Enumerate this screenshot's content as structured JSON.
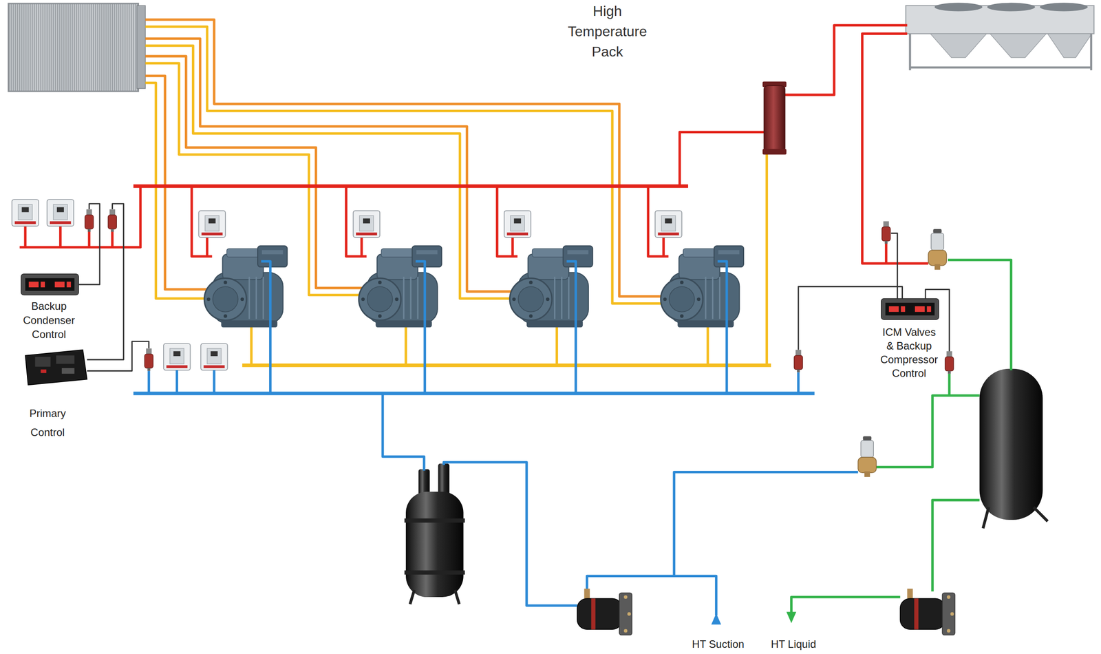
{
  "diagram": {
    "title": "High Temperature Pack",
    "labels": [
      "Backup Condenser Control",
      "Primary Control",
      "ICM Valves & Backup Compressor Control",
      "HT Suction",
      "HT Liquid"
    ]
  }
}
